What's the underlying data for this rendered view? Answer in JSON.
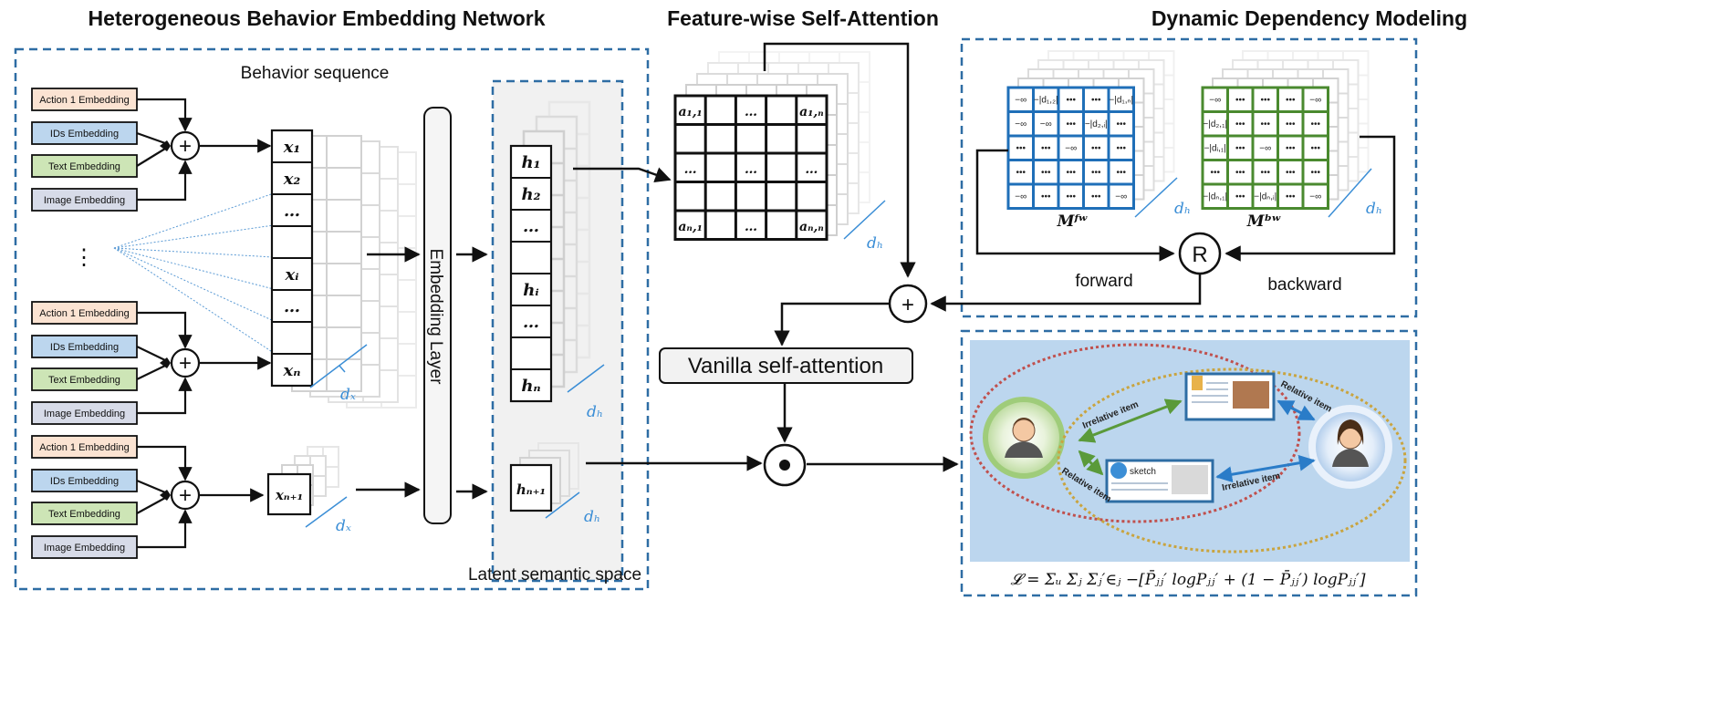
{
  "sections": {
    "heb_title": "Heterogeneous Behavior Embedding Network",
    "fsa_title": "Feature-wise Self-Attention",
    "ddm_title": "Dynamic Dependency Modeling"
  },
  "labels": {
    "behavior_sequence": "Behavior sequence",
    "embedding_layer": "Embedding Layer",
    "latent_space": "Latent semantic space",
    "vanilla": "Vanilla self-attention",
    "forward": "forward",
    "backward": "backward",
    "r_op": "R",
    "plus_op": "+",
    "dot_op": "•",
    "dots_vertical": "⋮"
  },
  "embeddings": {
    "action": "Action 1 Embedding",
    "ids": "IDs Embedding",
    "text": "Text Embedding",
    "image": "Image Embedding"
  },
  "sequence_x": [
    "x₁",
    "x₂",
    "…",
    "",
    "xᵢ",
    "…",
    "",
    "xₙ"
  ],
  "x_next": "xₙ₊₁",
  "sequence_h": [
    "h₁",
    "h₂",
    "…",
    "",
    "hᵢ",
    "…",
    "",
    "hₙ"
  ],
  "h_next": "hₙ₊₁",
  "dims": {
    "dx": "dₓ",
    "dh": "dₕ"
  },
  "attention_matrix": {
    "rows": [
      [
        "a₁,₁",
        "",
        "…",
        "",
        "a₁,ₙ"
      ],
      [
        "",
        "",
        "",
        "",
        ""
      ],
      [
        "…",
        "",
        "…",
        "",
        "…"
      ],
      [
        "",
        "",
        "",
        "",
        ""
      ],
      [
        "aₙ,₁",
        "",
        "…",
        "",
        "aₙ,ₙ"
      ]
    ]
  },
  "masks": {
    "fw_label": "Mᶠʷ",
    "bw_label": "Mᵇʷ",
    "fw_rows": [
      [
        "−∞",
        "−|d₁,₂|",
        "•••",
        "•••",
        "−|d₁,ₙ|"
      ],
      [
        "−∞",
        "−∞",
        "•••",
        "−|d₂,ᵢ|",
        "•••"
      ],
      [
        "•••",
        "•••",
        "−∞",
        "•••",
        "•••"
      ],
      [
        "•••",
        "•••",
        "•••",
        "•••",
        "•••"
      ],
      [
        "−∞",
        "•••",
        "•••",
        "•••",
        "−∞"
      ]
    ],
    "bw_rows": [
      [
        "−∞",
        "•••",
        "•••",
        "•••",
        "−∞"
      ],
      [
        "−|d₂,₁|",
        "•••",
        "•••",
        "•••",
        "•••"
      ],
      [
        "−|dᵢ,₁|",
        "•••",
        "−∞",
        "•••",
        "•••"
      ],
      [
        "•••",
        "•••",
        "•••",
        "•••",
        "•••"
      ],
      [
        "−|dₙ,₁|",
        "•••",
        "−|dₙ,ᵢ|",
        "•••",
        "−∞"
      ]
    ]
  },
  "illustration": {
    "relative_item": "Relative item",
    "irrelative_item": "Irrelative item",
    "sketch": "sketch"
  },
  "formula": "𝓛 = Σᵤ Σⱼ Σⱼ′∈ⱼ −[P̄ⱼⱼ′ logPⱼⱼ′ + (1 − P̄ⱼⱼ′) logPⱼⱼ′]",
  "colors": {
    "dash_border": "#2e6da4",
    "dim_blue": "#3b8ed6",
    "action_fill": "#fbe3d2",
    "ids_fill": "#bcd6ee",
    "text_fill": "#cde5b6",
    "image_fill": "#d7dbe8",
    "fw_grid": "#1f6fb8",
    "bw_grid": "#4a8a2f",
    "illus_bg": "#bcd6ee"
  }
}
